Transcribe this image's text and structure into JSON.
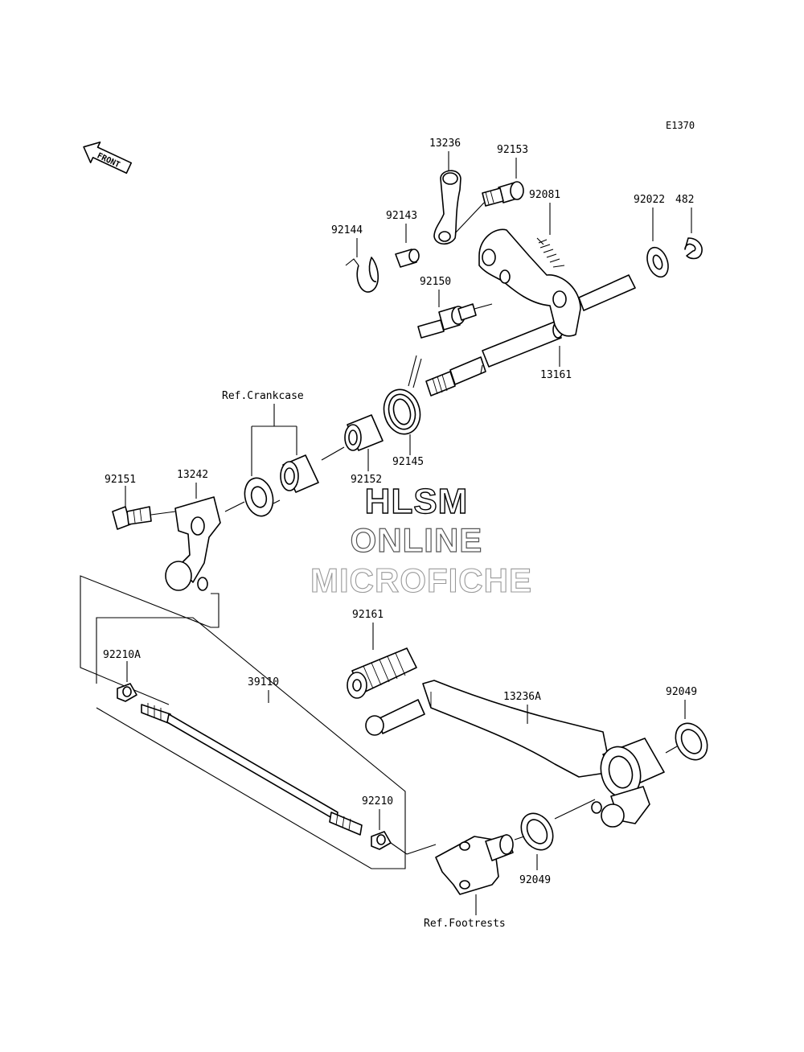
{
  "diagram": {
    "code": "E1370",
    "front_label": "FRONT",
    "part_labels": [
      {
        "id": "13236",
        "text": "13236"
      },
      {
        "id": "92153",
        "text": "92153"
      },
      {
        "id": "92144",
        "text": "92144"
      },
      {
        "id": "92143",
        "text": "92143"
      },
      {
        "id": "92081",
        "text": "92081"
      },
      {
        "id": "92022",
        "text": "92022"
      },
      {
        "id": "482",
        "text": "482"
      },
      {
        "id": "92150",
        "text": "92150"
      },
      {
        "id": "13161",
        "text": "13161"
      },
      {
        "id": "ref-crankcase",
        "text": "Ref.Crankcase"
      },
      {
        "id": "92145",
        "text": "92145"
      },
      {
        "id": "92152",
        "text": "92152"
      },
      {
        "id": "92151",
        "text": "92151"
      },
      {
        "id": "13242",
        "text": "13242"
      },
      {
        "id": "92161",
        "text": "92161"
      },
      {
        "id": "92210A",
        "text": "92210A"
      },
      {
        "id": "39110",
        "text": "39110"
      },
      {
        "id": "13236A",
        "text": "13236A"
      },
      {
        "id": "92049-upper",
        "text": "92049"
      },
      {
        "id": "92210",
        "text": "92210"
      },
      {
        "id": "92049-lower",
        "text": "92049"
      },
      {
        "id": "ref-footrests",
        "text": "Ref.Footrests"
      }
    ]
  },
  "watermark": {
    "line1": "HLSM",
    "line2": "ONLINE",
    "line3": "MICROFICHE"
  }
}
